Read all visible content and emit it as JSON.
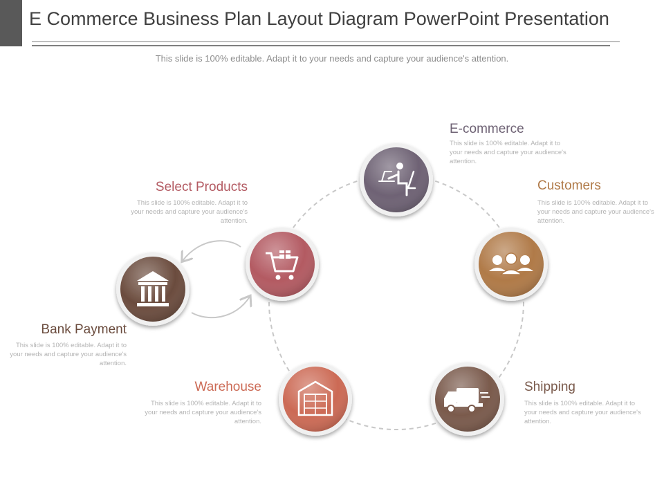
{
  "header": {
    "title": "E Commerce Business Plan Layout Diagram PowerPoint Presentation",
    "subtitle": "This slide is 100% editable. Adapt it to your needs and capture your audience's attention."
  },
  "nodes": [
    {
      "label": "E-commerce",
      "desc": "This slide is 100% editable. Adapt it to your needs and capture your audience's attention.",
      "icon": "person-at-laptop-icon",
      "color": "#6e6274"
    },
    {
      "label": "Customers",
      "desc": "This slide is 100% editable. Adapt it to your needs and capture your audience's attention.",
      "icon": "people-group-icon",
      "color": "#b07a48"
    },
    {
      "label": "Shipping",
      "desc": "This slide is 100% editable. Adapt it to your needs and capture your audience's attention.",
      "icon": "delivery-truck-icon",
      "color": "#7a5a4c"
    },
    {
      "label": "Warehouse",
      "desc": "This slide is 100% editable. Adapt it to your needs and capture your audience's attention.",
      "icon": "warehouse-icon",
      "color": "#cc6a55"
    },
    {
      "label": "Select Products",
      "desc": "This slide is 100% editable. Adapt it to your needs and capture your audience's attention.",
      "icon": "shopping-cart-icon",
      "color": "#b35a62"
    },
    {
      "label": "Bank Payment",
      "desc": "This slide is 100% editable. Adapt it to your needs and capture your audience's attention.",
      "icon": "bank-icon",
      "color": "#6b4c3e"
    }
  ]
}
